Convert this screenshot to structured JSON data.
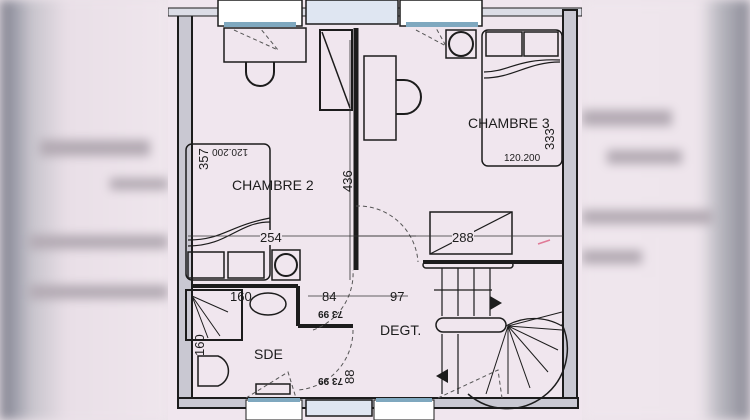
{
  "plan": {
    "rooms": [
      {
        "name": "CHAMBRE 2"
      },
      {
        "name": "CHAMBRE 3"
      },
      {
        "name": "SDE"
      },
      {
        "name": "DEGT."
      }
    ],
    "dimensions": {
      "chambre2_height": "357",
      "chambre2_bed": "120.200",
      "chambre2_width": "254",
      "middle_height": "436",
      "chambre3_height": "333",
      "chambre3_bed": "120.200",
      "right_width": "288",
      "sde_width": "160",
      "shower_size": "160",
      "door_84": "84",
      "door_97": "97",
      "door_88": "88"
    },
    "door_tags": [
      "73 99",
      "73 99"
    ]
  },
  "colors": {
    "floor": "#f0e6ee",
    "wall": "#1c1c1c",
    "window_glass": "#7fa8bf",
    "wall_fill": "#c9c8d2"
  }
}
